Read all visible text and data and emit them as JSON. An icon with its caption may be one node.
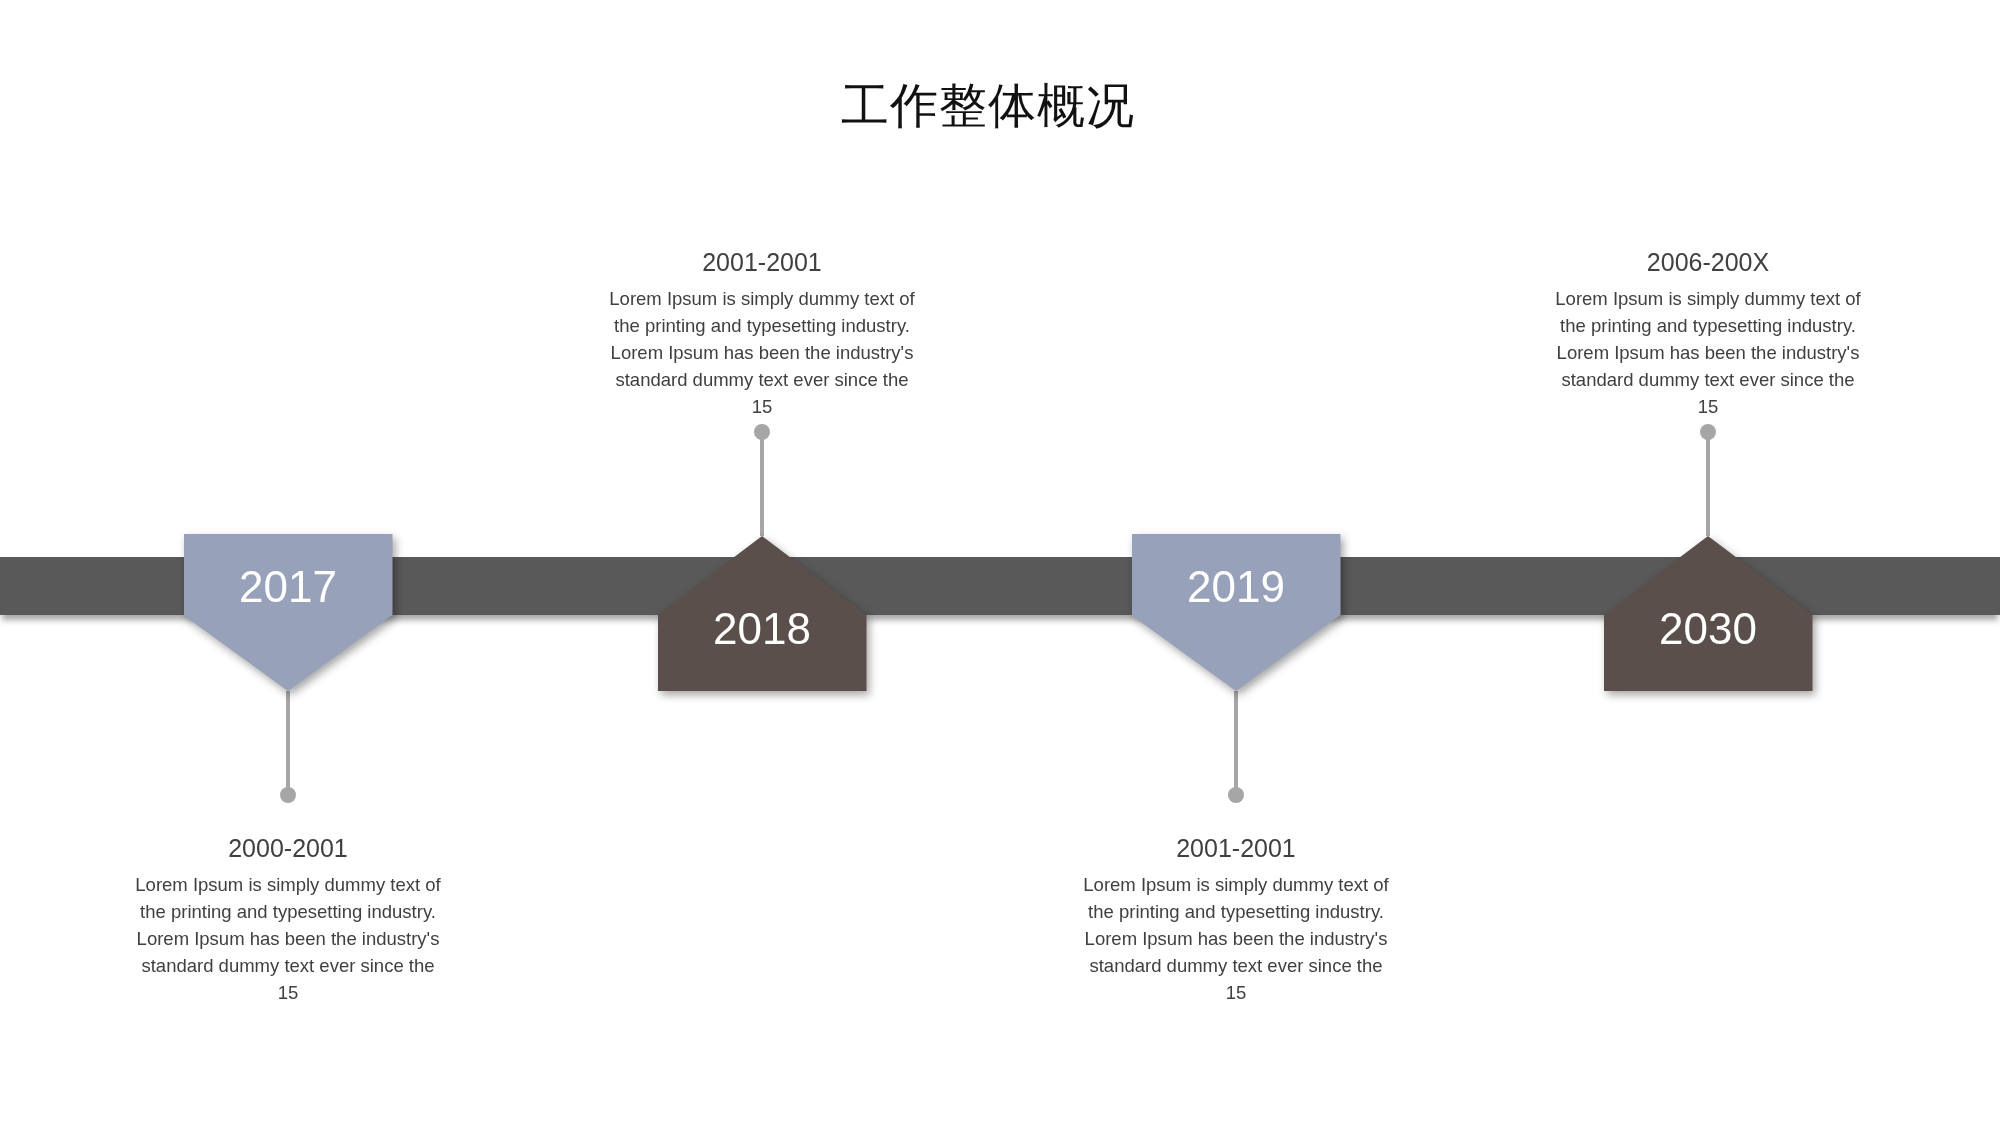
{
  "diagram": {
    "title": "工作整体概况",
    "nodes": [
      {
        "text": [
          "2017"
        ]
      },
      {
        "text": [
          "2000-2001",
          "Lorem Ipsum is simply dummy text of the printing and typesetting industry. Lorem Ipsum has been the industry's standard dummy text ever since the 15"
        ]
      },
      {
        "text": [
          "2018"
        ]
      },
      {
        "text": [
          "2001-2001",
          "Lorem Ipsum is simply dummy text of the printing and typesetting industry. Lorem Ipsum has been the industry's standard dummy text ever since the 15"
        ]
      },
      {
        "text": [
          "2019"
        ]
      },
      {
        "text": [
          "2001-2001",
          "Lorem Ipsum is simply dummy text of the printing and typesetting industry. Lorem Ipsum has been the industry's standard dummy text ever since the 15"
        ]
      },
      {
        "text": [
          "2030"
        ]
      },
      {
        "text": [
          "2006-200X",
          "Lorem Ipsum is simply dummy text of the printing and typesetting industry. Lorem Ipsum has been the industry's standard dummy text ever since the 15"
        ]
      }
    ],
    "edges": [
      {
        "from": 0,
        "to": 1,
        "arrow": "other"
      },
      {
        "from": 2,
        "to": 3,
        "arrow": "other"
      },
      {
        "from": 4,
        "to": 5,
        "arrow": "other"
      },
      {
        "from": 6,
        "to": 7,
        "arrow": "other"
      }
    ]
  }
}
